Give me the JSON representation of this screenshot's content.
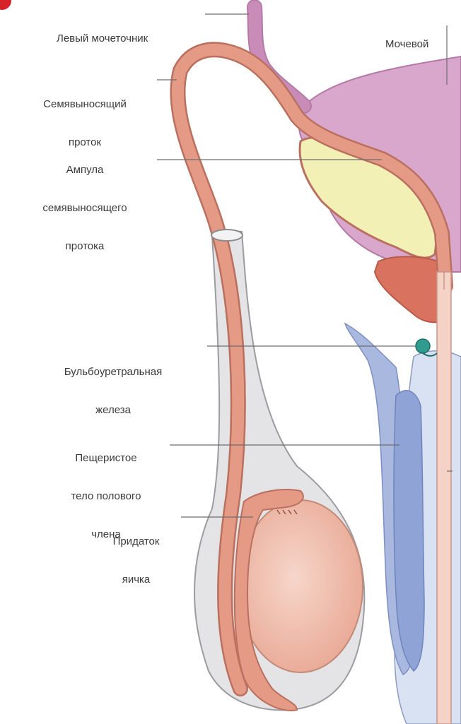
{
  "labels": {
    "left_ureter": "Левый мочеточник",
    "bladder": "Мочевой",
    "vas_deferens": [
      "Семявыносящий",
      "проток"
    ],
    "ampulla": [
      "Ампула",
      "семявыносящего",
      "протока"
    ],
    "bulbourethral_gland": [
      "Бульбоуретральная",
      "железа"
    ],
    "corpus_cavernosum": [
      "Пещеристое",
      "тело полового",
      "члена"
    ],
    "epididymis": [
      "Придаток",
      "яичка"
    ]
  },
  "colors": {
    "bladder": "#d9a6cc",
    "bladder_stroke": "#b47aa6",
    "ureter": "#c98bb7",
    "vas_deferens": "#e59a86",
    "vas_deferens_stroke": "#b9705e",
    "seminal_vesicle": "#f2f0b5",
    "prostate": "#d9735f",
    "urethra": "#f4d3c6",
    "scrotum": "#e4e4e6",
    "scrotum_stroke": "#9c9ca0",
    "testis": "#f1c3b3",
    "cavernosum": "#9fb1dc",
    "penis_sheath": "#d9e2f2",
    "bulbourethral_gland": "#2f9c8f",
    "corner_mark": "#d6232a"
  }
}
